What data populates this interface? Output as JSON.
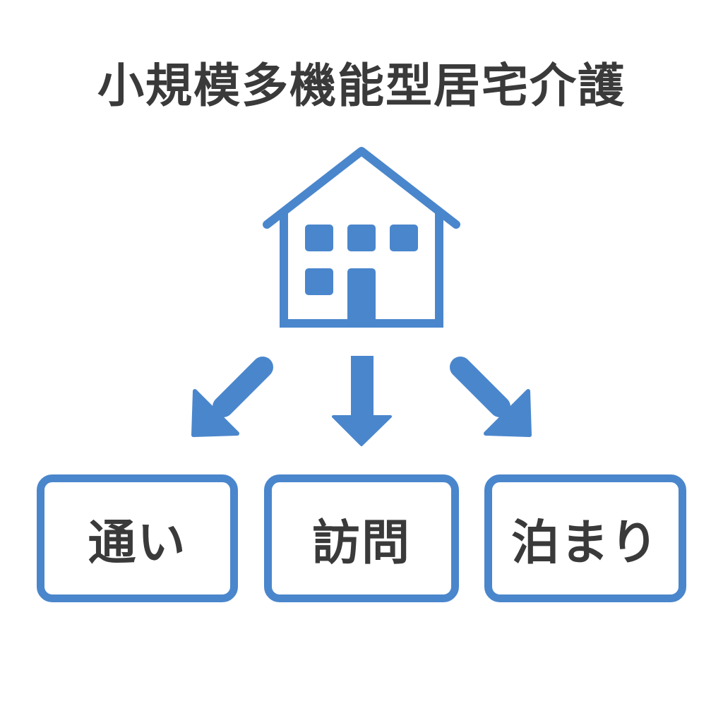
{
  "title": "小規模多機能型居宅介護",
  "services": [
    {
      "label": "通い"
    },
    {
      "label": "訪問"
    },
    {
      "label": "泊まり"
    }
  ],
  "colors": {
    "accent": "#4a86cc",
    "text": "#3a3a3a",
    "background": "#ffffff"
  },
  "icons": {
    "center": "house-icon",
    "connectors": [
      "arrow-down-left-icon",
      "arrow-down-icon",
      "arrow-down-right-icon"
    ]
  }
}
